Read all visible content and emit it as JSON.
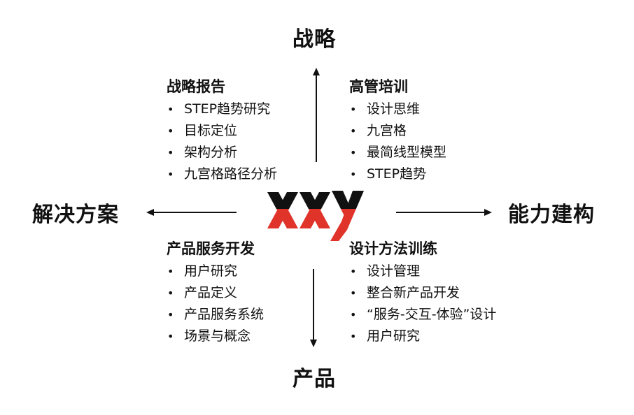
{
  "axes": {
    "top": "战略",
    "bottom": "产品",
    "left": "解决方案",
    "right": "能力建构"
  },
  "logo": {
    "name": "XXY",
    "colors": {
      "dark": "#111111",
      "accent": "#e0332a"
    }
  },
  "quadrants": {
    "top_left": {
      "title": "战略报告",
      "items": [
        "STEP趋势研究",
        "目标定位",
        "架构分析",
        "九宫格路径分析"
      ]
    },
    "top_right": {
      "title": "高管培训",
      "items": [
        "设计思维",
        "九宫格",
        "最简线型模型",
        "STEP趋势"
      ]
    },
    "bottom_left": {
      "title": "产品服务开发",
      "items": [
        "用户研究",
        "产品定义",
        "产品服务系统",
        "场景与概念"
      ]
    },
    "bottom_right": {
      "title": "设计方法训练",
      "items": [
        "设计管理",
        "整合新产品开发",
        "“服务-交互-体验”设计",
        "用户研究"
      ]
    }
  },
  "bullet": "•"
}
